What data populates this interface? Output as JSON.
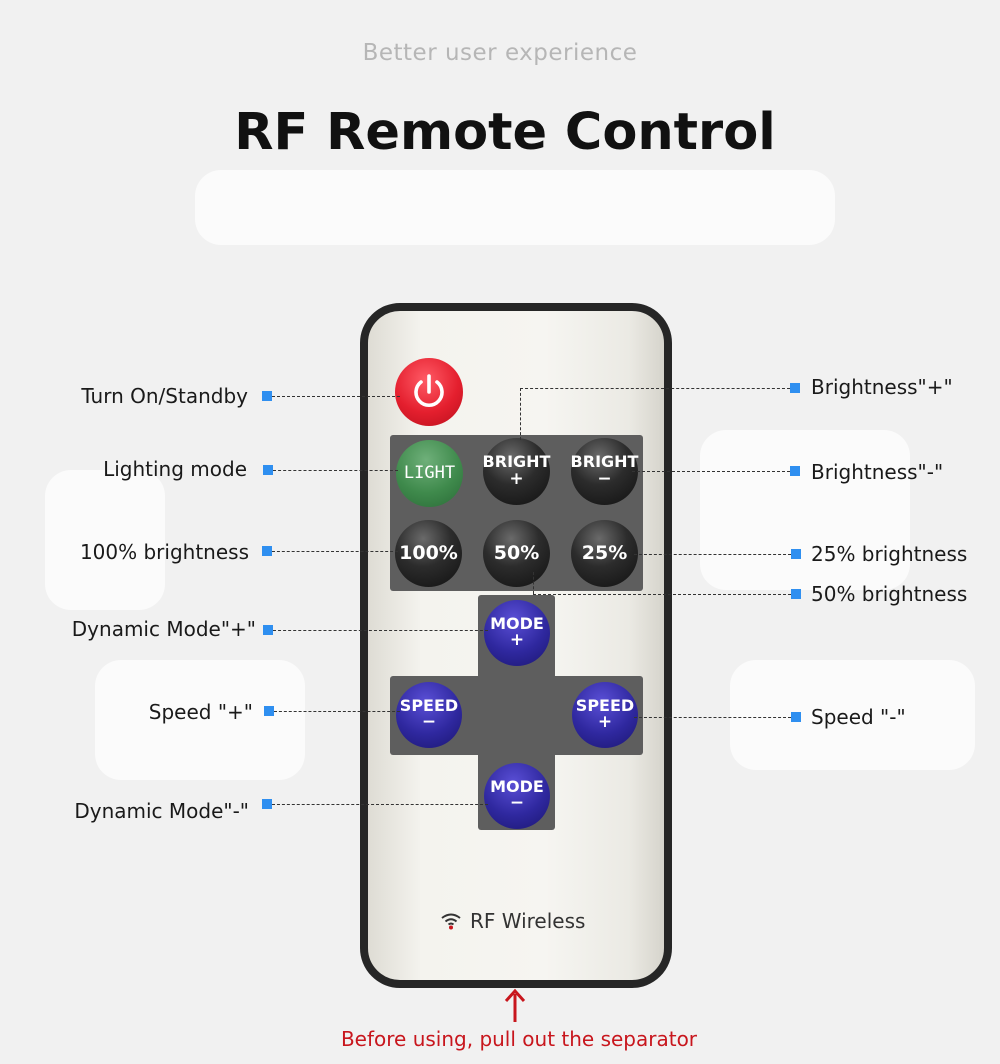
{
  "header": {
    "subtitle": "Better user experience",
    "title": "RF Remote Control"
  },
  "buttons": {
    "power_icon": "power-icon",
    "light": "LIGHT",
    "bright_plus": [
      "BRIGHT",
      "+"
    ],
    "bright_minus": [
      "BRIGHT",
      "−"
    ],
    "b100": "100%",
    "b50": "50%",
    "b25": "25%",
    "mode_plus": [
      "MODE",
      "+"
    ],
    "mode_minus": [
      "MODE",
      "−"
    ],
    "speed_minus": [
      "SPEED",
      "−"
    ],
    "speed_plus": [
      "SPEED",
      "+"
    ]
  },
  "callouts": {
    "turn_on": "Turn On/Standby",
    "lighting_mode": "Lighting mode",
    "brightness_100": "100% brightness",
    "dynamic_mode_plus": "Dynamic Mode\"+\"",
    "speed_plus": "Speed \"+\"",
    "dynamic_mode_minus": "Dynamic Mode\"-\"",
    "brightness_plus": "Brightness\"+\"",
    "brightness_minus": "Brightness\"-\"",
    "brightness_25": "25% brightness",
    "brightness_50": "50% brightness",
    "speed_minus": "Speed \"-\""
  },
  "remote": {
    "wireless_label": "RF Wireless",
    "wireless_icon": "wifi-icon"
  },
  "note": "Before using, pull out the separator",
  "colors": {
    "accent_square": "#2f8ff0",
    "note_red": "#c8161d",
    "power_red": "#e41f2e",
    "light_green": "#3f8a4c",
    "mode_blue": "#2f289f"
  }
}
